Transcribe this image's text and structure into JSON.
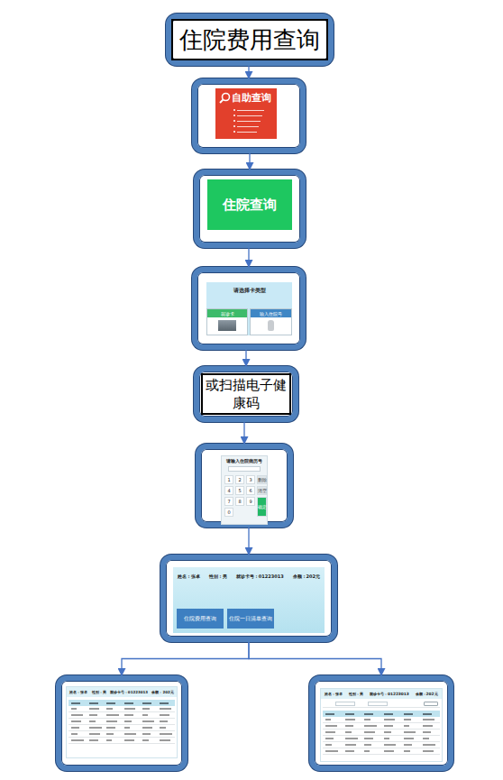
{
  "diagram": {
    "nodes": [
      {
        "text": [
          "住院费用查询"
        ]
      },
      {
        "text": [
          "自助查询"
        ]
      },
      {
        "text": [
          "住院查询"
        ]
      },
      {
        "text": [
          "请选择卡类型"
        ]
      },
      {
        "text": [
          "就诊卡"
        ],
        "in": 3
      },
      {
        "text": [
          "输入住院号"
        ],
        "in": 3
      },
      {
        "text": [
          "或扫描电子健康码"
        ]
      },
      {
        "text": [
          "请输入住院病历号"
        ]
      },
      {
        "text": [
          "姓名：张卓",
          "性别：男",
          "就诊卡号：01223013",
          "余额：202元"
        ]
      },
      {
        "text": [
          "住院费用查询"
        ],
        "in": 8
      },
      {
        "text": [
          "住院一日清单查询"
        ],
        "in": 8
      },
      {
        "text": [
          "姓名：张卓",
          "性别：男",
          "就诊卡号：01223013",
          "余额：202元"
        ]
      },
      {
        "text": [
          "姓名：张卓",
          "性别：男",
          "就诊卡号：01223013",
          "余额：202元"
        ]
      }
    ],
    "edges": [
      {
        "from": 0,
        "to": 1,
        "arrow": "to"
      },
      {
        "from": 1,
        "to": 2,
        "arrow": "to"
      },
      {
        "from": 2,
        "to": 3,
        "arrow": "to"
      },
      {
        "from": 3,
        "to": 6,
        "arrow": "to"
      },
      {
        "from": 6,
        "to": 7,
        "arrow": "to"
      },
      {
        "from": 7,
        "to": 8,
        "arrow": "to"
      },
      {
        "from": 8,
        "to": 11,
        "arrow": "to"
      },
      {
        "from": 8,
        "to": 12,
        "arrow": "to"
      }
    ],
    "labels": [
      "1",
      "2",
      "3",
      "删除",
      "4",
      "5",
      "6",
      "清空",
      "7",
      "8",
      "9",
      "确定",
      "0"
    ]
  }
}
